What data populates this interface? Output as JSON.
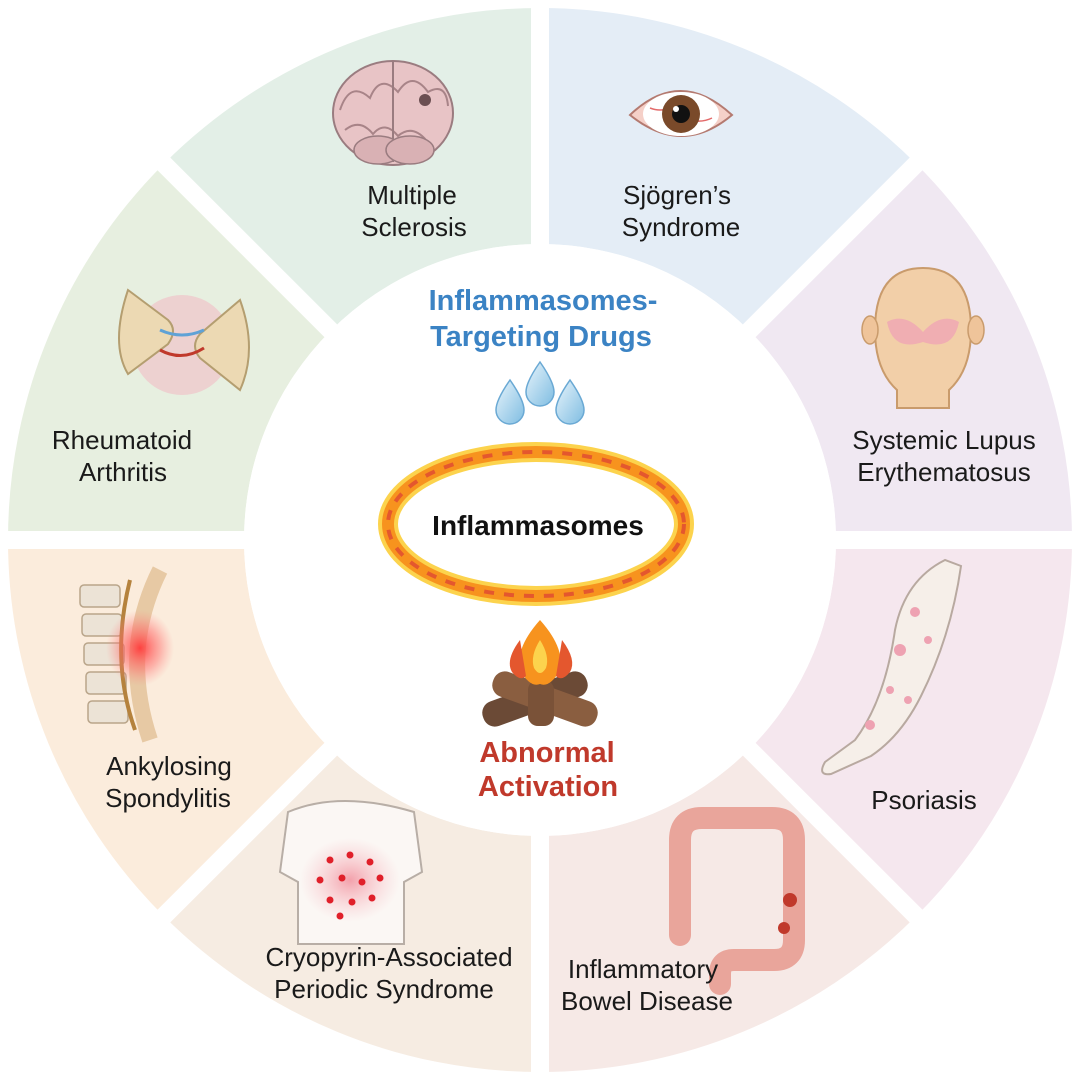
{
  "colors": {
    "multiple_sclerosis": "#e3efe7",
    "sjogrens": "#e4edf6",
    "lupus": "#f0e8f2",
    "psoriasis": "#f5e7ee",
    "ibd": "#f6e9e6",
    "caps": "#f6ece2",
    "ankylosing": "#fbecdc",
    "rheumatoid": "#e7efe0",
    "blue_title": "#3b83c4",
    "red_title": "#c0392b",
    "flame": "#f7931e"
  },
  "segments": [
    {
      "id": "multiple_sclerosis",
      "lines": [
        "Multiple",
        "Sclerosis"
      ],
      "icon": "brain-icon"
    },
    {
      "id": "sjogrens",
      "lines": [
        "Sjögren’s",
        "Syndrome"
      ],
      "icon": "eye-icon"
    },
    {
      "id": "lupus",
      "lines": [
        "Systemic Lupus",
        "Erythematosus"
      ],
      "icon": "head-rash-icon"
    },
    {
      "id": "psoriasis",
      "lines": [
        "Psoriasis"
      ],
      "icon": "arm-rash-icon"
    },
    {
      "id": "ibd",
      "lines": [
        "Inflammatory",
        "Bowel Disease"
      ],
      "icon": "colon-icon"
    },
    {
      "id": "caps",
      "lines": [
        "Cryopyrin-Associated",
        "Periodic Syndrome"
      ],
      "icon": "torso-rash-icon"
    },
    {
      "id": "ankylosing",
      "lines": [
        "Ankylosing",
        "Spondylitis"
      ],
      "icon": "spine-icon"
    },
    {
      "id": "rheumatoid",
      "lines": [
        "Rheumatoid",
        "Arthritis"
      ],
      "icon": "joint-icon"
    }
  ],
  "center": {
    "drugs_line1": "Inflammasomes-",
    "drugs_line2": "Targeting Drugs",
    "core": "Inflammasomes",
    "activation_line1": "Abnormal",
    "activation_line2": "Activation",
    "icons": [
      "water-drops-icon",
      "fire-ring-icon",
      "campfire-icon"
    ]
  }
}
